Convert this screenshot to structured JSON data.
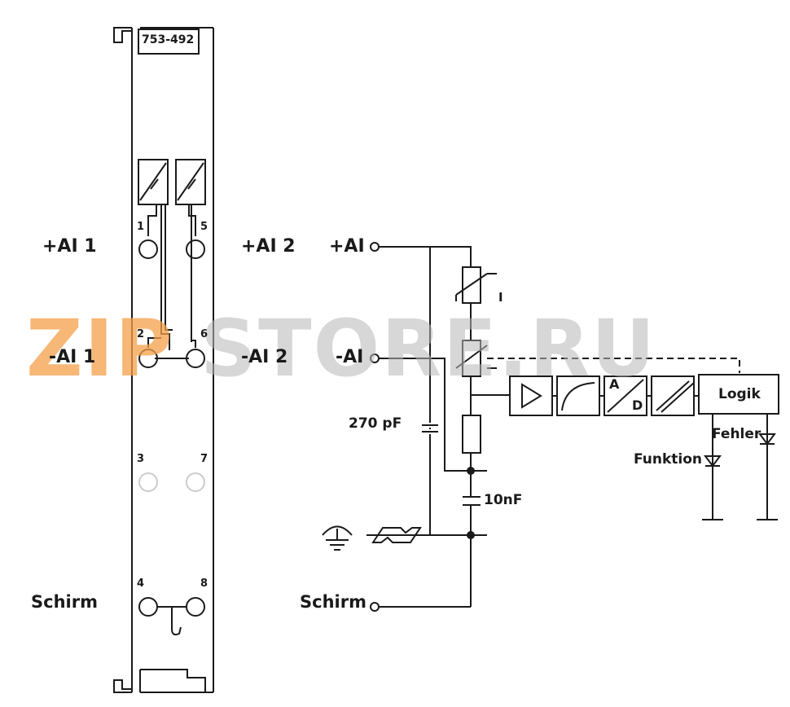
{
  "module": {
    "part_number": "753-492"
  },
  "terminals": {
    "t1": "1",
    "t2": "2",
    "t3": "3",
    "t4": "4",
    "t5": "5",
    "t6": "6",
    "t7": "7",
    "t8": "8"
  },
  "left_labels": {
    "ai1_plus": "+AI 1",
    "ai1_minus": "-AI 1",
    "ai2_plus": "+AI 2",
    "ai2_minus": "-AI 2",
    "shield": "Schirm"
  },
  "schematic": {
    "ai_plus": "+AI",
    "ai_minus": "-AI",
    "shield": "Schirm",
    "cap1": "270 pF",
    "cap2": "10nF",
    "varistor_mark": "I",
    "ad_a": "A",
    "ad_d": "D",
    "logic": "Logik",
    "led_error": "Fehler",
    "led_function": "Funktion"
  },
  "watermark": {
    "part1": "ZIP",
    "part2": "STORE.RU",
    "color_zip": "#f5a04a",
    "color_store": "#bbbbbb"
  }
}
